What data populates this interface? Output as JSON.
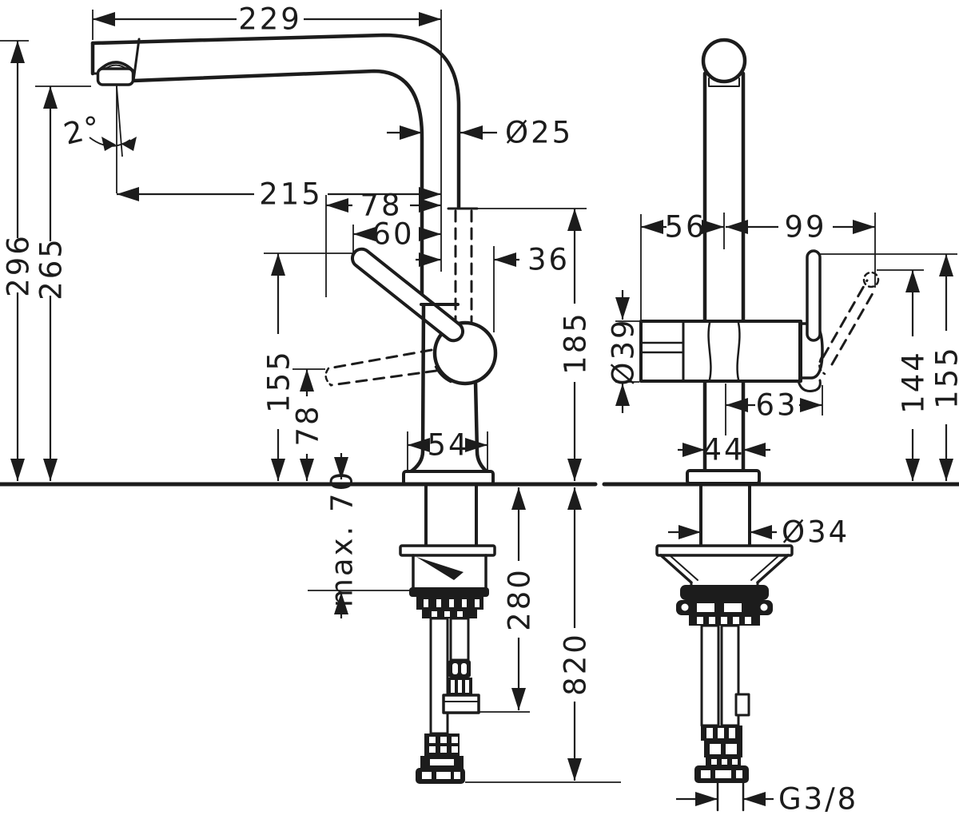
{
  "drawing": {
    "background": "#ffffff",
    "line_color": "#1c1c1c",
    "views": {
      "front": "faucet front view with spout, lever handle and supply hoses",
      "side": "faucet side view with shut-off valve body and handle positions"
    },
    "front": {
      "spout_reach_top": "229",
      "total_height": "296",
      "spout_underside_height": "265",
      "spray_angle": "2°",
      "aerator_reach": "215",
      "reach_78": "78",
      "reach_60": "60",
      "offset_36": "36",
      "spout_diameter": "Ø25",
      "outlet_height": "185",
      "handle_top_height": "155",
      "handle_low_height": "78",
      "base_width": "54",
      "max_counter_thickness": "max. 70",
      "short_hose_length": "280",
      "long_hose_length": "820"
    },
    "side": {
      "front_offset": "56",
      "rear_offset": "99",
      "body_diameter": "Ø39",
      "handle_reach": "63",
      "handle_open_height": "144",
      "handle_closed_height": "155",
      "column_width": "44",
      "shank_diameter": "Ø34",
      "thread_size": "G3/8"
    }
  }
}
